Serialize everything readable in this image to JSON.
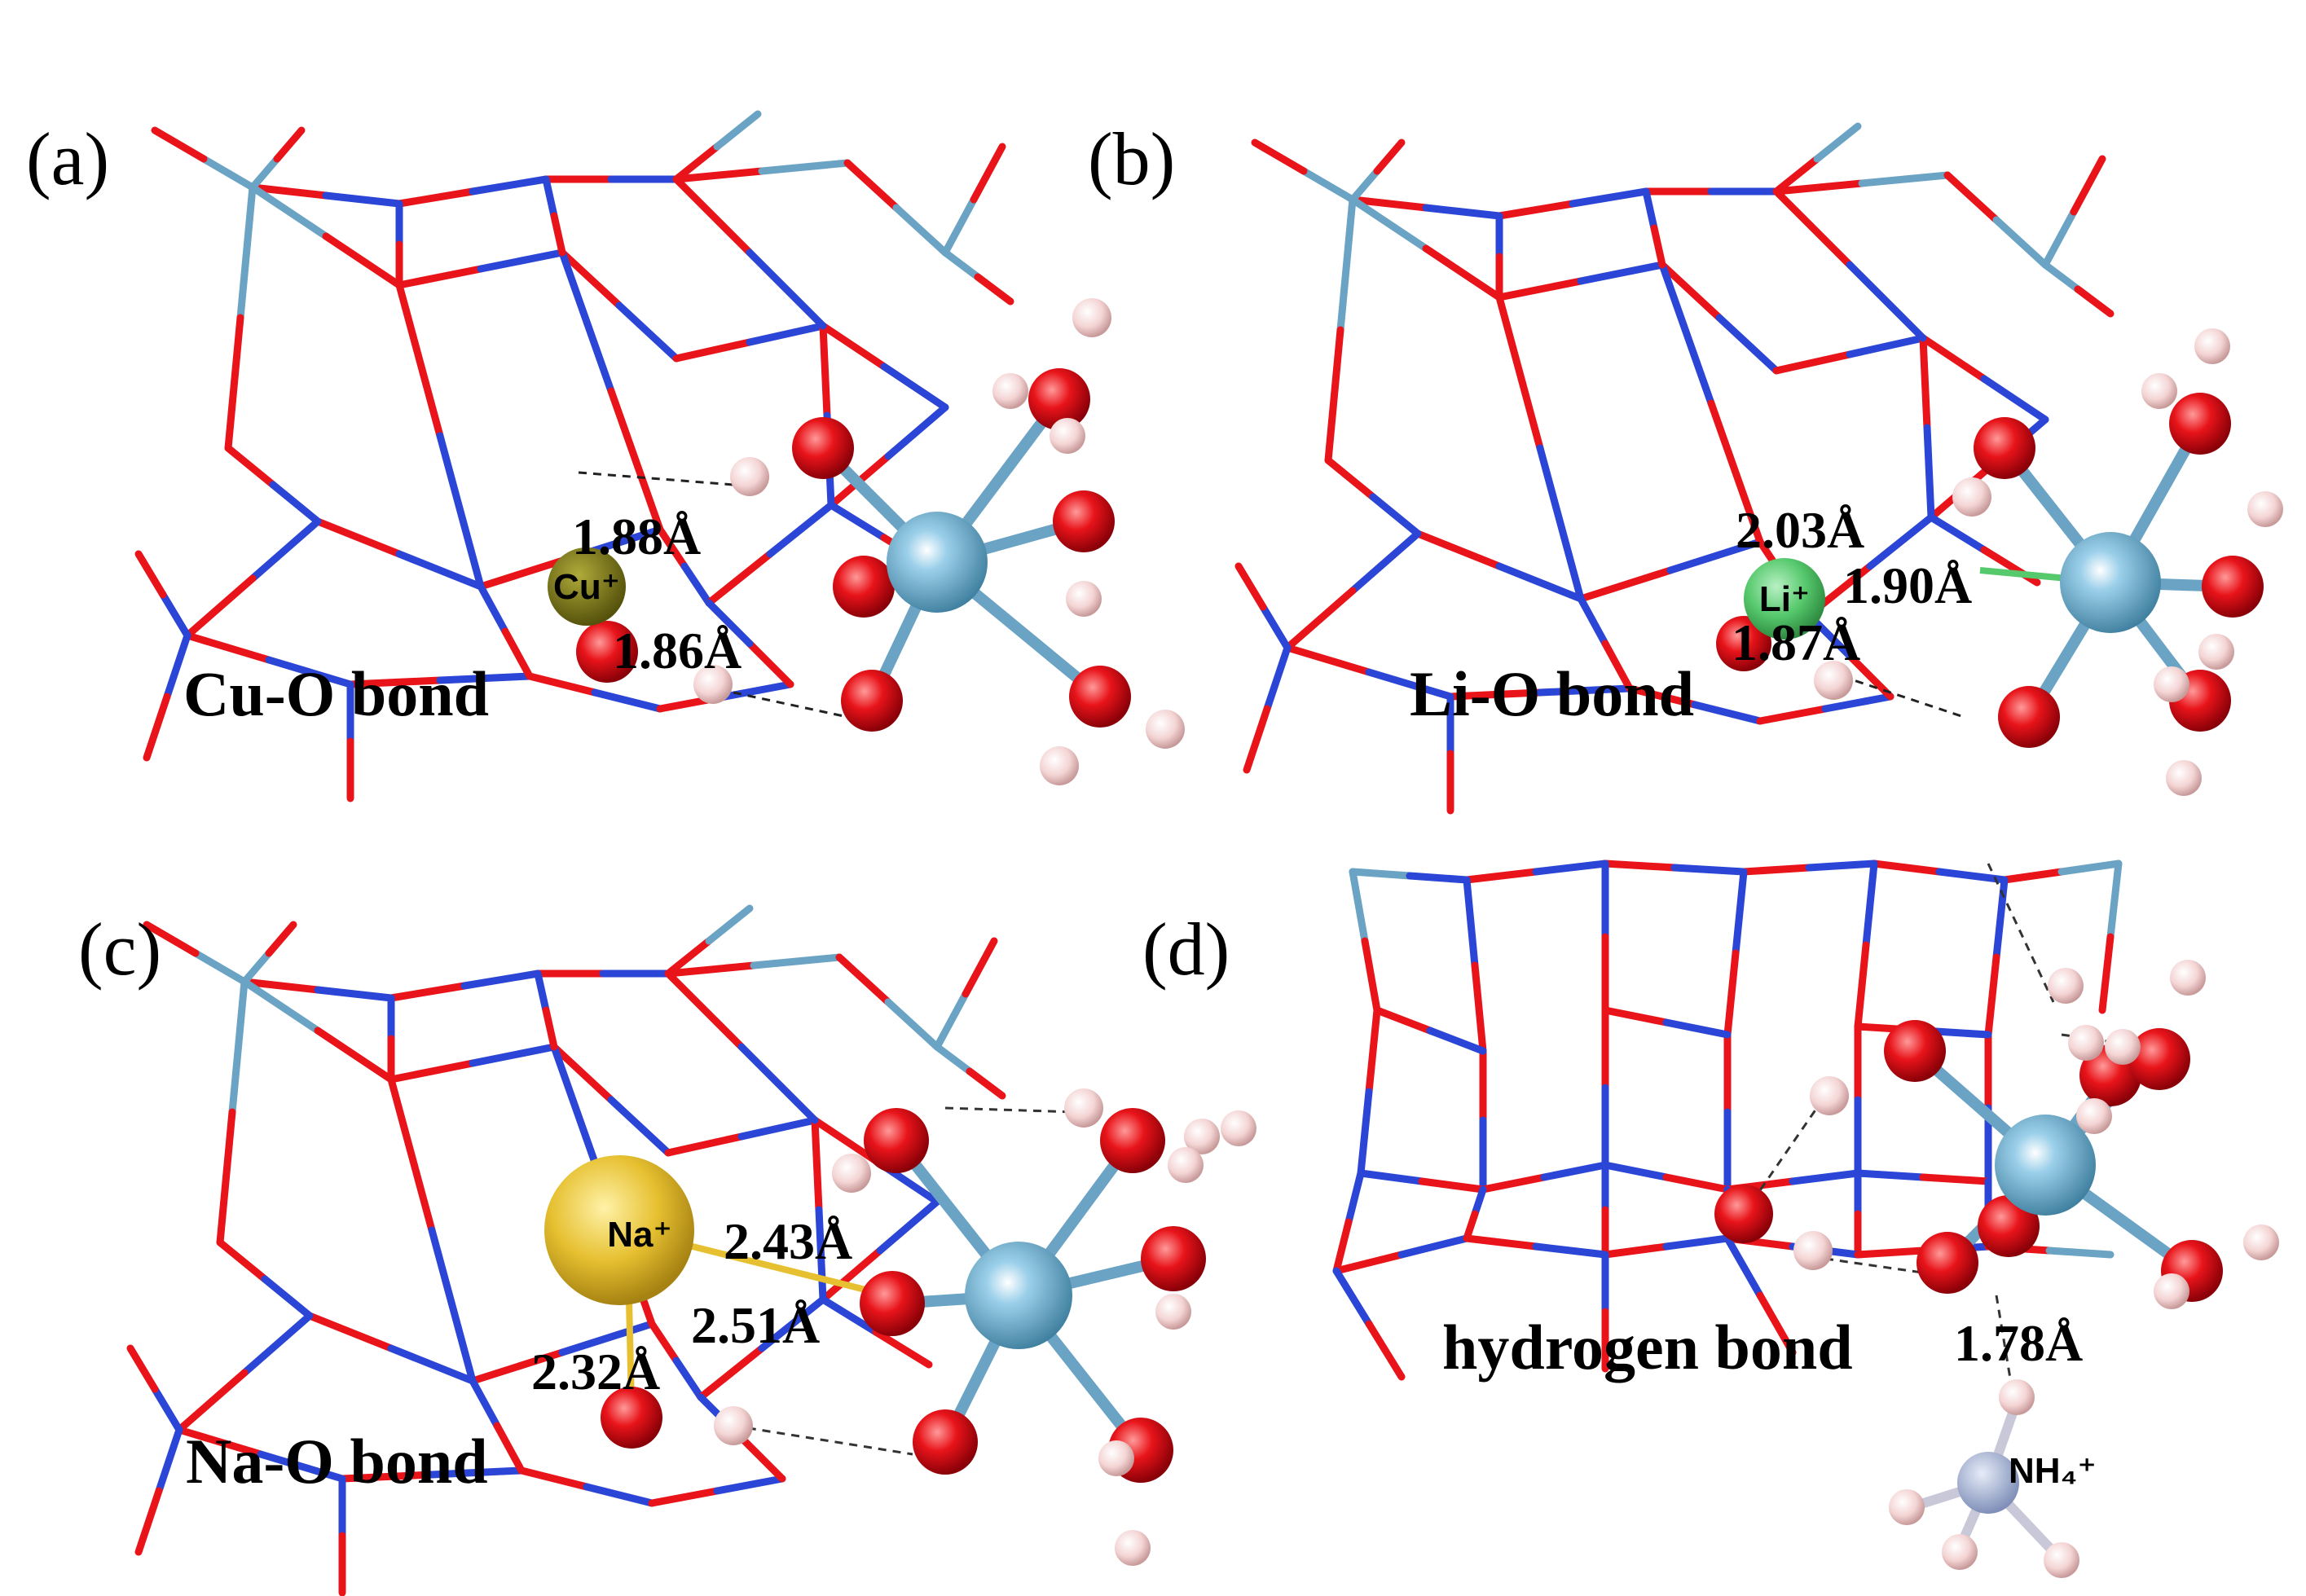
{
  "colors": {
    "oxygen": "#e8141a",
    "nitrogen_bond": "#2b45d6",
    "metal_center": "#6aa3c4",
    "hydrogen": "#f4d4d4",
    "copper": "#7e7a16",
    "lithium": "#57c96d",
    "sodium": "#e6c030",
    "ammonium_n": "#a9b7d8"
  },
  "panels": [
    {
      "label": "(a)",
      "title": "Cu-O bond",
      "ion": "Cu⁺",
      "distances": [
        "1.88Å",
        "1.86Å"
      ]
    },
    {
      "label": "(b)",
      "title": "Li-O bond",
      "ion": "Li⁺",
      "distances": [
        "2.03Å",
        "1.90Å",
        "1.87Å"
      ]
    },
    {
      "label": "(c)",
      "title": "Na-O bond",
      "ion": "Na⁺",
      "distances": [
        "2.43Å",
        "2.51Å",
        "2.32Å"
      ]
    },
    {
      "label": "(d)",
      "title": "hydrogen bond",
      "ion": "NH₄⁺",
      "distances": [
        "1.78Å"
      ]
    }
  ]
}
